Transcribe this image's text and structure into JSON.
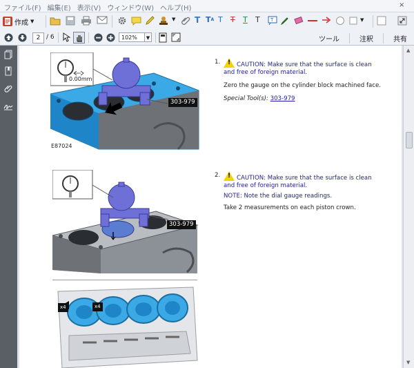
{
  "menu": {
    "items": [
      "ファイル(F)",
      "編集(E)",
      "表示(V)",
      "ウィンドウ(W)",
      "ヘルプ(H)"
    ],
    "close": "×"
  },
  "toolbar": {
    "create_label": "作成",
    "page_current": "2",
    "page_total": "/ 6",
    "zoom_value": "102%",
    "tools_label": "ツール",
    "comment_label": "注釈",
    "share_label": "共有"
  },
  "steps": [
    {
      "number": "1.",
      "caution": "CAUTION: Make sure that the surface is clean and free of foreign material.",
      "instruction": "Zero the gauge on the cylinder block machined face.",
      "special_tools_label": "Special Tool(s):",
      "special_tools_link": "303-979"
    },
    {
      "number": "2.",
      "caution": "CAUTION: Make sure that the surface is clean and free of foreign material.",
      "note": "NOTE: Note the dial gauge readings.",
      "instruction": "Take 2 measurements on each piston crown."
    }
  ],
  "figures": {
    "fig1_code": "E87024",
    "fig1_gauge_value": "0.00mm",
    "fig1_tool": "303-979",
    "fig2_tool": "303-979",
    "fig3_count_left": "x4",
    "fig3_count_right": "x4"
  },
  "colors": {
    "engine_blue": "#3aa9e6",
    "gauge_purple": "#6f6fd8",
    "caution_text": "#1e1e8a",
    "warning_yellow": "#f1d400"
  }
}
